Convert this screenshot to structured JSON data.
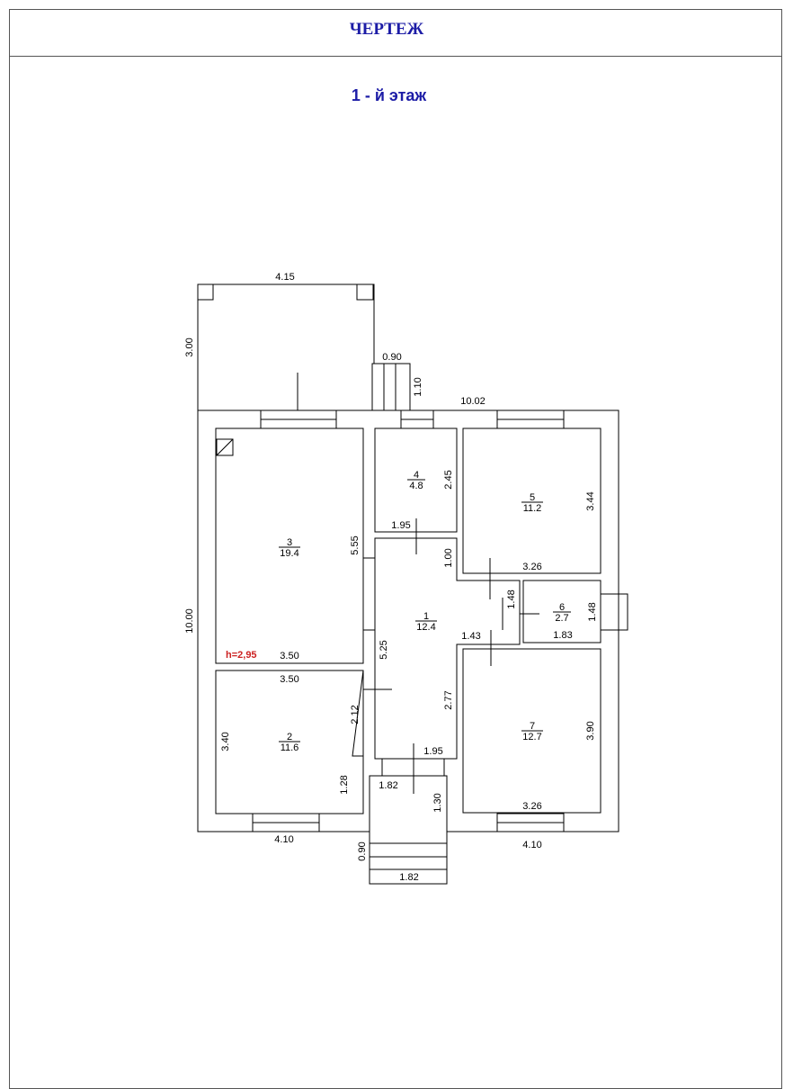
{
  "sheet_title": "ЧЕРТЕЖ",
  "floor_title": "1 - й этаж",
  "ceiling_height": "h=2,95",
  "rooms": {
    "r1": {
      "number": "1",
      "area": "12.4"
    },
    "r2": {
      "number": "2",
      "area": "11.6"
    },
    "r3": {
      "number": "3",
      "area": "19.4"
    },
    "r4": {
      "number": "4",
      "area": "4.8"
    },
    "r5": {
      "number": "5",
      "area": "11.2"
    },
    "r6": {
      "number": "6",
      "area": "2.7"
    },
    "r7": {
      "number": "7",
      "area": "12.7"
    }
  },
  "dimensions": {
    "terrace_width": "4.15",
    "terrace_depth": "3.00",
    "step_width": "0.90",
    "step_depth": "1.10",
    "house_width": "10.02",
    "house_height": "10.00",
    "r3_height": "5.55",
    "r3_width": "3.50",
    "r2_width": "3.50",
    "r2_height": "3.40",
    "r2_notch": "2.12",
    "r2_lower": "1.28",
    "bottom_left": "4.10",
    "r4_height": "2.45",
    "r4_width": "1.95",
    "hall_top": "1.00",
    "r1_height": "5.25",
    "r1_mid_width": "1.43",
    "r1_lower": "2.77",
    "r1_bottom_width": "1.95",
    "r5_height": "3.44",
    "r5_width": "3.26",
    "r6_left": "1.48",
    "r6_right": "1.48",
    "r6_width": "1.83",
    "r7_height": "3.90",
    "r7_width": "3.26",
    "bottom_right": "4.10",
    "porch_inner_width": "1.82",
    "porch_depth": "1.30",
    "porch_step_depth": "0.90",
    "porch_width": "1.82"
  }
}
